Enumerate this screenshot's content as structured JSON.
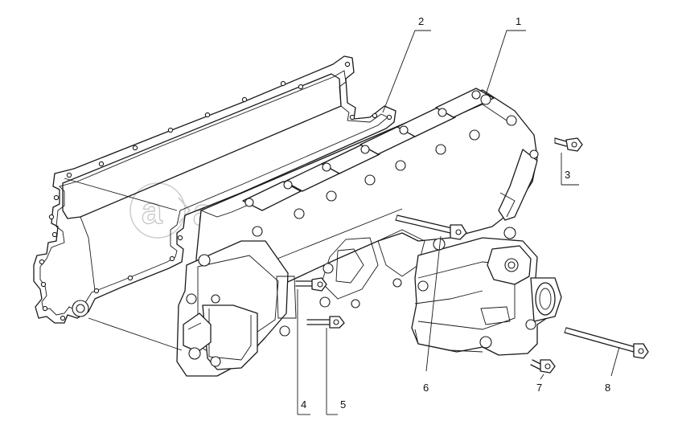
{
  "watermark": "autopiter.ru",
  "callouts": [
    "1",
    "2",
    "3",
    "4",
    "5",
    "6",
    "7",
    "8"
  ]
}
